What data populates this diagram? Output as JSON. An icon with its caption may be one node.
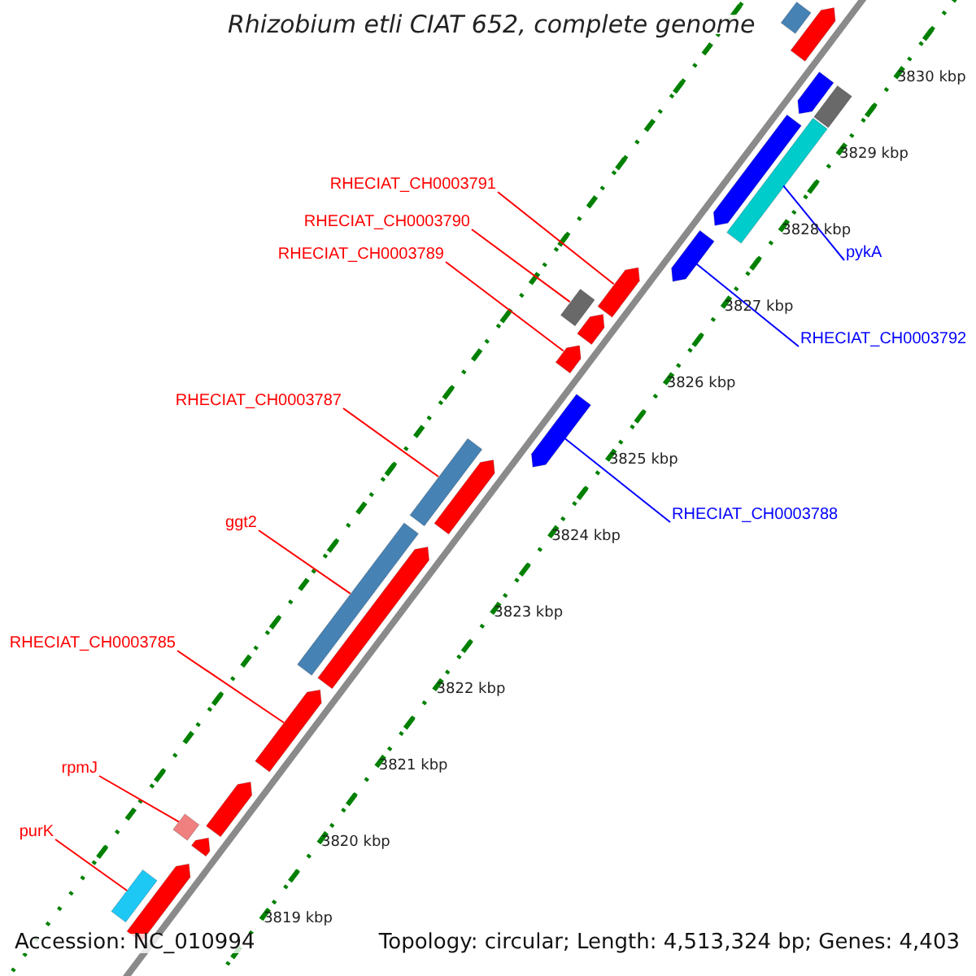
{
  "diagram": {
    "title": "Rhizobium etli CIAT 652, complete genome",
    "nodes": [
      {
        "text": [
          "RHECIAT_CH0003791"
        ]
      },
      {
        "text": [
          "RHECIAT_CH0003790"
        ]
      },
      {
        "text": [
          "RHECIAT_CH0003789"
        ]
      },
      {
        "text": [
          "pykA"
        ]
      },
      {
        "text": [
          "RHECIAT_CH0003792"
        ]
      },
      {
        "text": [
          "RHECIAT_CH0003787"
        ]
      },
      {
        "text": [
          "RHECIAT_CH0003788"
        ]
      },
      {
        "text": [
          "ggt2"
        ]
      },
      {
        "text": [
          "RHECIAT_CH0003785"
        ]
      },
      {
        "text": [
          "rpmJ"
        ]
      },
      {
        "text": [
          "purK"
        ]
      },
      {
        "text": [],
        "shape": "bar"
      },
      {
        "text": [],
        "shape": "arrow"
      },
      {
        "text": [],
        "shape": "bar"
      },
      {
        "text": [],
        "shape": "arrow"
      },
      {
        "text": [],
        "shape": "bar"
      },
      {
        "text": [],
        "shape": "arrow"
      },
      {
        "text": [],
        "shape": "arrow"
      },
      {
        "text": [],
        "shape": "arrow"
      },
      {
        "text": [],
        "shape": "bar"
      },
      {
        "text": [],
        "shape": "arrow"
      },
      {
        "text": [],
        "shape": "arrow"
      },
      {
        "text": [],
        "shape": "arrow"
      },
      {
        "text": [],
        "shape": "bar"
      },
      {
        "text": [],
        "shape": "arrow"
      },
      {
        "text": [],
        "shape": "bar"
      },
      {
        "text": [],
        "shape": "arrow"
      },
      {
        "text": [],
        "shape": "arrow"
      },
      {
        "text": [],
        "shape": "arrow"
      },
      {
        "text": [],
        "shape": "bar"
      },
      {
        "text": [],
        "shape": "arrow"
      },
      {
        "text": [],
        "shape": "bar"
      },
      {
        "text": [],
        "shape": "arrow"
      }
    ],
    "edges": [
      {
        "from": 0,
        "to": 18,
        "arrow": "none"
      },
      {
        "from": 1,
        "to": 19,
        "arrow": "none"
      },
      {
        "from": 2,
        "to": 21,
        "arrow": "none"
      },
      {
        "from": 3,
        "to": 15,
        "arrow": "none",
        "color": "#0000ff"
      },
      {
        "from": 4,
        "to": 17,
        "arrow": "none",
        "color": "#0000ff"
      },
      {
        "from": 5,
        "to": 23,
        "arrow": "none"
      },
      {
        "from": 6,
        "to": 22,
        "arrow": "none",
        "color": "#0000ff"
      },
      {
        "from": 7,
        "to": 25,
        "arrow": "none"
      },
      {
        "from": 8,
        "to": 27,
        "arrow": "none"
      },
      {
        "from": 9,
        "to": 29,
        "arrow": "none"
      },
      {
        "from": 10,
        "to": 31,
        "arrow": "none"
      }
    ],
    "labels": [
      "3830 kbp",
      "3829 kbp",
      "3828 kbp",
      "3827 kbp",
      "3826 kbp",
      "3825 kbp",
      "3824 kbp",
      "3823 kbp",
      "3822 kbp",
      "3821 kbp",
      "3820 kbp",
      "3819 kbp",
      "Accession: NC_010994",
      "Topology: circular; Length: 4,513,324 bp; Genes: 4,403"
    ]
  }
}
